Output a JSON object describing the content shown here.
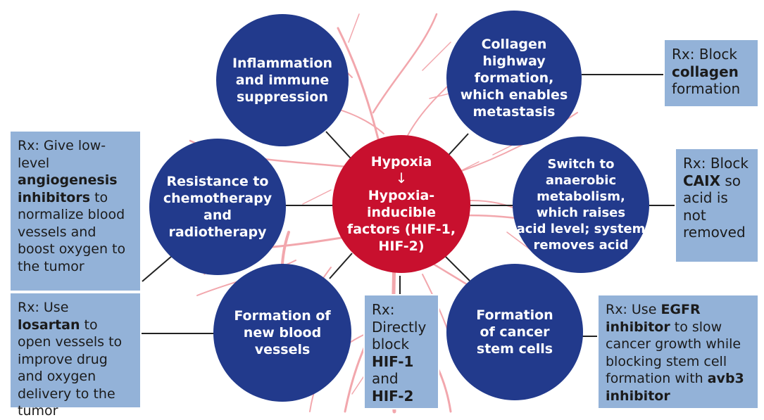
{
  "colors": {
    "circle": "#223a8c",
    "center": "#c8102e",
    "box": "#93b2d8",
    "vessels": "#f2a7ad",
    "connector": "#222222"
  },
  "center": {
    "line1": "Hypoxia",
    "arrow": "↓",
    "line2": "Hypoxia-\ninducible\nfactors (HIF-1,\nHIF-2)"
  },
  "circles": {
    "inflammation": "Inflammation\nand immune\nsuppression",
    "collagen": "Collagen\nhighway\nformation,\nwhich enables\nmetastasis",
    "resistance": "Resistance to\nchemotherapy\nand\nradiotherapy",
    "anaerobic": "Switch to\nanaerobic\nmetabolism,\nwhich raises\nacid level; system\nremoves acid",
    "vessels": "Formation of\nnew blood\nvessels",
    "stem": "Formation\nof cancer\nstem cells"
  },
  "boxes": {
    "collagen": {
      "pre": "Rx: Block",
      "bold": "collagen",
      "post": "formation"
    },
    "angio": {
      "pre": "Rx: Give low-level",
      "bold": "angiogenesis inhibitors",
      "post": "to normalize blood vessels and boost oxygen to the tumor"
    },
    "losartan": {
      "pre": "Rx: Use",
      "bold": "losartan",
      "post": "to open vessels to improve drug and oxygen delivery to the tumor"
    },
    "caix": {
      "pre": "Rx: Block",
      "bold": "CAIX",
      "post": "so acid is not removed"
    },
    "hif": {
      "pre": "Rx: Directly block",
      "bold1": "HIF-1",
      "mid": "and",
      "bold2": "HIF-2"
    },
    "egfr": {
      "pre": "Rx: Use",
      "bold1": "EGFR inhibitor",
      "mid": "to slow cancer growth while blocking stem cell formation with",
      "bold2": "avb3 inhibitor"
    }
  }
}
